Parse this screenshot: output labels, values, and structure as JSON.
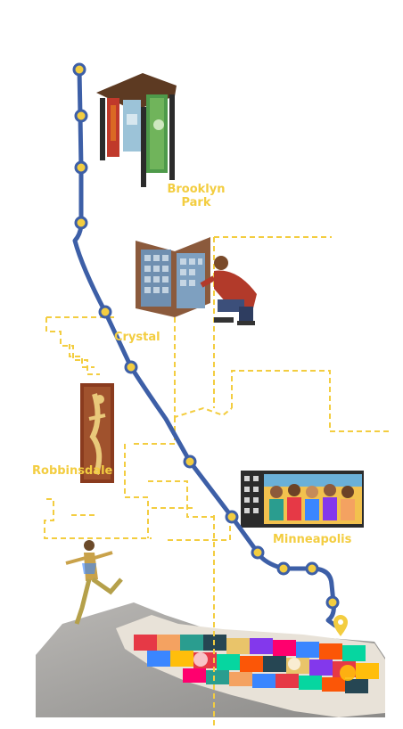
{
  "colors": {
    "route": "#3d5fa7",
    "boundary": "#f3cd40",
    "label": "#f3cd40",
    "station_fill": "#f3cd40",
    "station_stroke": "#3d5fa7",
    "destination_pin": "#f3cd40"
  },
  "labels": {
    "brooklyn_line1": "Brooklyn",
    "brooklyn_line2": "Park",
    "crystal": "Crystal",
    "robbinsdale": "Robbinsdale",
    "minneapolis": "Minneapolis"
  },
  "icons": {
    "station": "circle-marker",
    "end": "map-pin"
  },
  "artworks": [
    "bus-shelter-art",
    "kiosk-with-visitor",
    "robbinsdale-sculpture",
    "minneapolis-mural",
    "dancer-figure",
    "painted-plaza"
  ]
}
